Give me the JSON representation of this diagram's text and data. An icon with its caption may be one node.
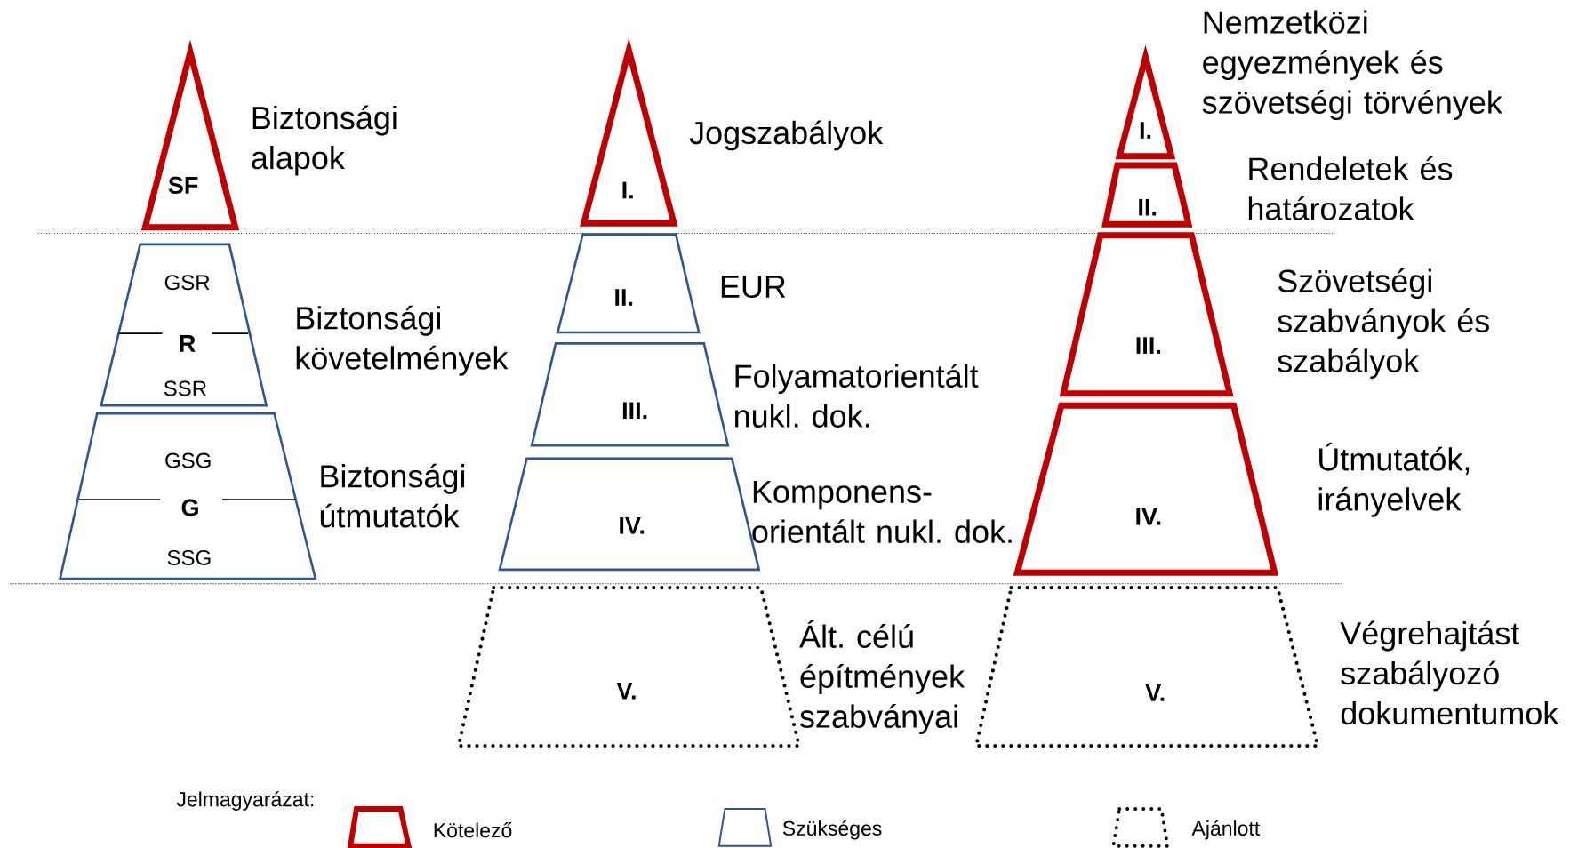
{
  "diagram": {
    "nodes": [
      {
        "text": [
          "SF"
        ],
        "beside": [
          "Biztonsági alapok"
        ]
      },
      {
        "text": [
          "GSR",
          "R",
          "SSR"
        ],
        "beside": [
          "Biztonsági követelmények"
        ]
      },
      {
        "text": [
          "GSG",
          "G",
          "SSG"
        ],
        "beside": [
          "Biztonsági útmutatók"
        ]
      },
      {
        "text": [
          "I."
        ],
        "beside": [
          "Jogszabályok"
        ]
      },
      {
        "text": [
          "II."
        ],
        "beside": [
          "EUR"
        ]
      },
      {
        "text": [
          "III."
        ],
        "beside": [
          "Folyamatorientált nukl. dok."
        ]
      },
      {
        "text": [
          "IV."
        ],
        "beside": [
          "Komponens- orientált nukl. dok."
        ]
      },
      {
        "text": [
          "V."
        ],
        "beside": [
          "Ált. célú építmények szabványai"
        ]
      },
      {
        "text": [
          "I."
        ],
        "beside": [
          "Nemzetközi egyezmények és szövetségi törvények"
        ]
      },
      {
        "text": [
          "II."
        ]
      },
      {
        "text": [
          "III."
        ]
      },
      {
        "text": [
          "IV."
        ],
        "beside": [
          "Útmutatók, irányelvek"
        ]
      },
      {
        "text": [
          "V."
        ],
        "beside": [
          "Végrehajtást szabályozó dokumentumok"
        ]
      }
    ],
    "labels": [
      "Rendeletek és határozatok",
      "Szövetségi szabványok és szabályok",
      "Jelmagyarázat:"
    ],
    "legend": [
      {
        "text": "Kötelező"
      },
      {
        "text": "Szükséges"
      },
      {
        "text": "Ajánlott"
      }
    ]
  }
}
